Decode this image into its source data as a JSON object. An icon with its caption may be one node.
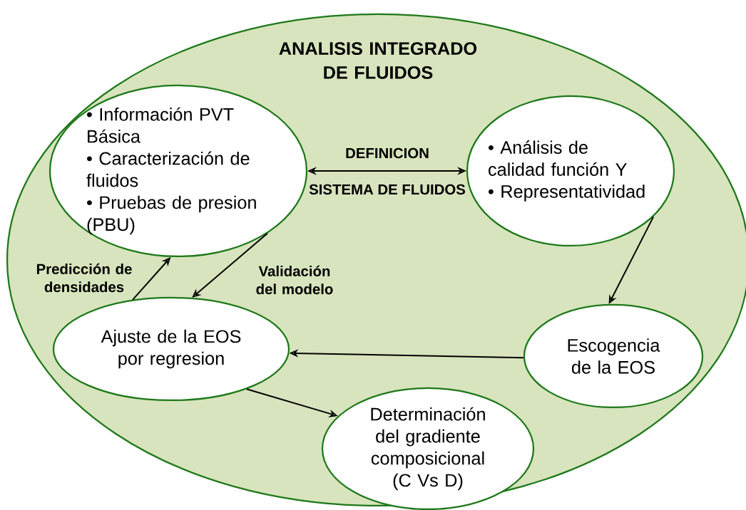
{
  "diagram": {
    "nodes": [
      {
        "text": [
          "ANALISIS INTEGRADO DE FLUIDOS"
        ]
      },
      {
        "text": [
          "• Información PVT Básica",
          "• Caracterización de fluidos",
          "• Pruebas de presion (PBU)"
        ],
        "in": 0
      },
      {
        "text": [
          "• Análisis de calidad función Y",
          "• Representatividad"
        ],
        "in": 0
      },
      {
        "text": [
          "Ajuste de la EOS por regresion"
        ],
        "in": 0
      },
      {
        "text": [
          "Escogencia de la EOS"
        ],
        "in": 0
      },
      {
        "text": [
          "Determinación del gradiente composicional (C Vs D)"
        ],
        "in": 0
      }
    ],
    "edges": [
      {
        "from": 1,
        "to": 2,
        "arrow": "both",
        "label": "DEFINICION"
      },
      {
        "from": 3,
        "to": 1,
        "arrow": "to",
        "label": "Predicción de densidades"
      },
      {
        "from": 1,
        "to": 3,
        "arrow": "to",
        "label": "Validación del modelo"
      },
      {
        "from": 2,
        "to": 4,
        "arrow": "to"
      },
      {
        "from": 4,
        "to": 3,
        "arrow": "to"
      },
      {
        "from": 3,
        "to": 5,
        "arrow": "to"
      }
    ],
    "labels": [
      "SISTEMA DE FLUIDOS"
    ]
  }
}
